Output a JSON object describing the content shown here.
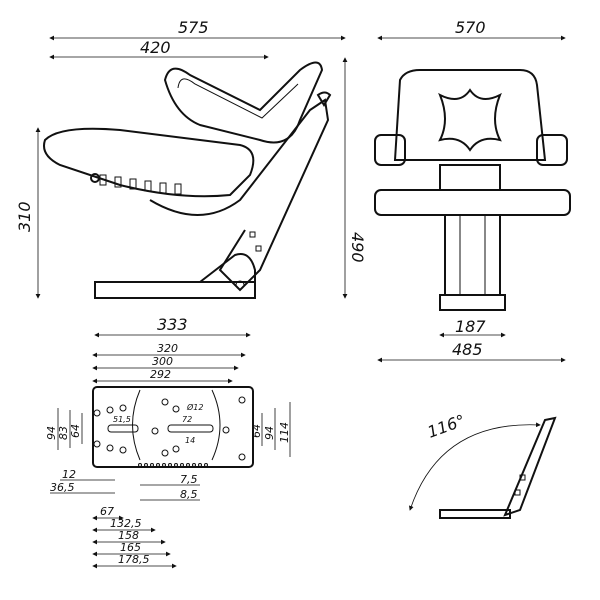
{
  "side_view": {
    "overall_length": "575",
    "seat_length": "420",
    "seat_height": "310",
    "overall_height": "490",
    "base_length": "333"
  },
  "front_view": {
    "overall_width": "570",
    "slide_width": "187",
    "seat_width": "485"
  },
  "base_plate": {
    "widths": [
      "320",
      "300",
      "292"
    ],
    "hole_diameter": "Ø12",
    "slot_left": "51,5",
    "slot_center": "72",
    "slot_height": "14",
    "left_verticals": [
      "94",
      "83",
      "64"
    ],
    "right_verticals": [
      "64",
      "94",
      "114"
    ],
    "horizontal_left": [
      "12",
      "36,5"
    ],
    "horizontal_small": [
      "7,5",
      "8,5"
    ],
    "horizontal_offsets": [
      "67",
      "132,5",
      "158",
      "165",
      "178,5"
    ]
  },
  "recline_view": {
    "angle": "116°"
  }
}
